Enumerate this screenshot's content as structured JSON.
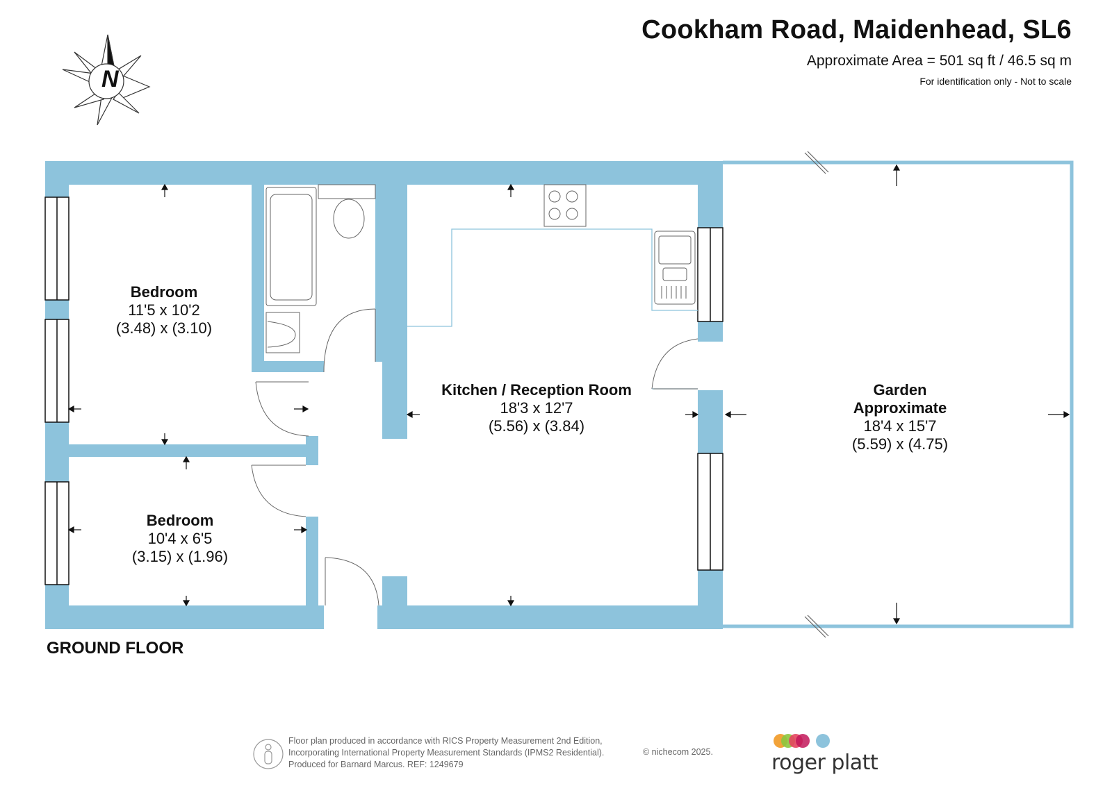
{
  "header": {
    "title": "Cookham Road, Maidenhead, SL6",
    "area": "Approximate Area = 501 sq ft / 46.5 sq m",
    "note": "For identification only - Not to scale"
  },
  "compass": {
    "label": "N"
  },
  "rooms": {
    "bedroom1": {
      "name": "Bedroom",
      "imperial": "11'5 x 10'2",
      "metric": "(3.48) x (3.10)"
    },
    "kitchen": {
      "name": "Kitchen / Reception Room",
      "imperial": "18'3 x 12'7",
      "metric": "(5.56) x (3.84)"
    },
    "garden": {
      "name": "Garden",
      "name2": "Approximate",
      "imperial": "18'4 x 15'7",
      "metric": "(5.59) x (4.75)"
    },
    "bedroom2": {
      "name": "Bedroom",
      "imperial": "10'4 x 6'5",
      "metric": "(3.15) x (1.96)"
    }
  },
  "floor_label": "GROUND FLOOR",
  "footer": {
    "lines": [
      "Floor plan produced in accordance with RICS Property Measurement 2nd Edition,",
      "Incorporating International Property Measurement Standards (IPMS2 Residential).",
      "Produced for Barnard Marcus.   REF:  1249679"
    ],
    "copyright": "© nichecom 2025.",
    "brand": "roger platt"
  },
  "colors": {
    "wall": "#8dc3dc",
    "line": "#8dc3dc",
    "text": "#111111",
    "brand_dots": [
      "#f2a33a",
      "#8cc63f",
      "#e4455f",
      "#c2185b",
      "#8dc3dc"
    ]
  }
}
